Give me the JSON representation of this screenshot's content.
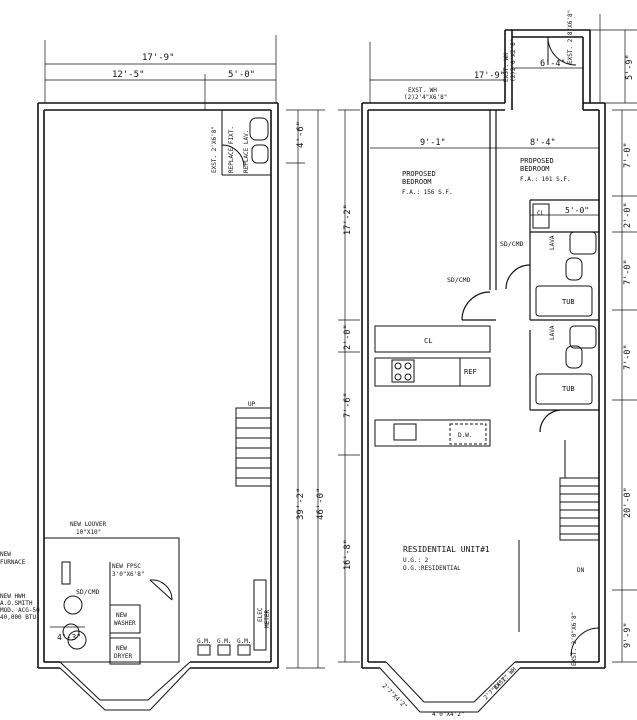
{
  "dimensions": {
    "left_overall": "17'-9\"",
    "left_seg_a": "12'-5\"",
    "left_seg_b": "5'-0\"",
    "left_bath_h": "4'-6\"",
    "left_h_a": "39'-2\"",
    "left_h_b": "46'-0\"",
    "left_bottom": "4'-3\"",
    "right_overall": "17'-9\"",
    "right_top_small": "6'-4\"",
    "right_top_h": "5'-9\"",
    "right_bed_a": "9'-1\"",
    "right_bed_b": "8'-4\"",
    "right_h1": "17'-2\"",
    "right_h2": "2'-0\"",
    "right_h3": "7'-6\"",
    "right_h4": "16'-8\"",
    "right_r1": "7'-0\"",
    "right_r2": "2'-0\"",
    "right_r3": "7'-0\"",
    "right_r4": "7'-0\"",
    "right_r5": "20'-0\"",
    "right_r6": "9'-9\"",
    "closet_w": "5'-0\""
  },
  "labels": {
    "replace_fixt": "REPLACE FIXT.",
    "replace_lav": "REPLACE LAV.",
    "exst_left": "EXST. 2'X6'8\"",
    "up": "UP",
    "new_louver": "NEW LOUVER",
    "louver_size": "10\"X10\"",
    "new_furnace_1": "NEW",
    "new_furnace_2": "FURNACE",
    "sd_cmd_left": "SD/CMD",
    "new_fpsc_1": "NEW FPSC",
    "new_fpsc_2": "3'0\"X6'8\"",
    "new_hwh_1": "NEW HWH",
    "new_hwh_2": "A.O.SMITH",
    "new_hwh_3": "MOD. ACG-50",
    "new_hwh_4": "40,000 BTU",
    "new_washer_1": "NEW",
    "new_washer_2": "WASHER",
    "new_dryer_1": "NEW",
    "new_dryer_2": "DRYER",
    "gm1": "G.M.",
    "gm2": "G.M.",
    "gm3": "G.M.",
    "elec_1": "ELEC",
    "elec_2": "METER",
    "exst_wh_top_1": "EXST. WH",
    "exst_wh_top_2": "(2)2'0\"X2'8\"",
    "exst_door_top": "EXST. 2'8\"X6'8\"",
    "exst_wh_mid_1": "EXST. WH",
    "exst_wh_mid_2": "(2)2'4\"X6'8\"",
    "bed1_1": "PROPOSED",
    "bed1_2": "BEDROOM",
    "bed1_area": "F.A.: 156 S.F.",
    "bed2_1": "PROPOSED",
    "bed2_2": "BEDROOM",
    "bed2_area": "F.A.: 101 S.F.",
    "cl_small": "CL",
    "sd_cmd_r1": "SD/CMD",
    "sd_cmd_r2": "SD/CMD",
    "lava1": "LAVA",
    "lava2": "LAVA",
    "tub1": "TUB",
    "tub2": "TUB",
    "cl_kitchen": "CL",
    "ref": "REF",
    "dw": "D.W.",
    "dn": "DN",
    "unit_title": "RESIDENTIAL UNIT#1",
    "unit_ug": "U.G.: 2",
    "unit_og": "O.G.:RESIDENTIAL",
    "exst_door_bottom": "EXST. 3'0\"X6'8\"",
    "bay_left": "2'7\"X4'2\"",
    "bay_right": "2'7\"X4'2\"",
    "bay_center": "4'0\"X4'2\"",
    "exst_wh_bottom": "EXST. WH"
  }
}
